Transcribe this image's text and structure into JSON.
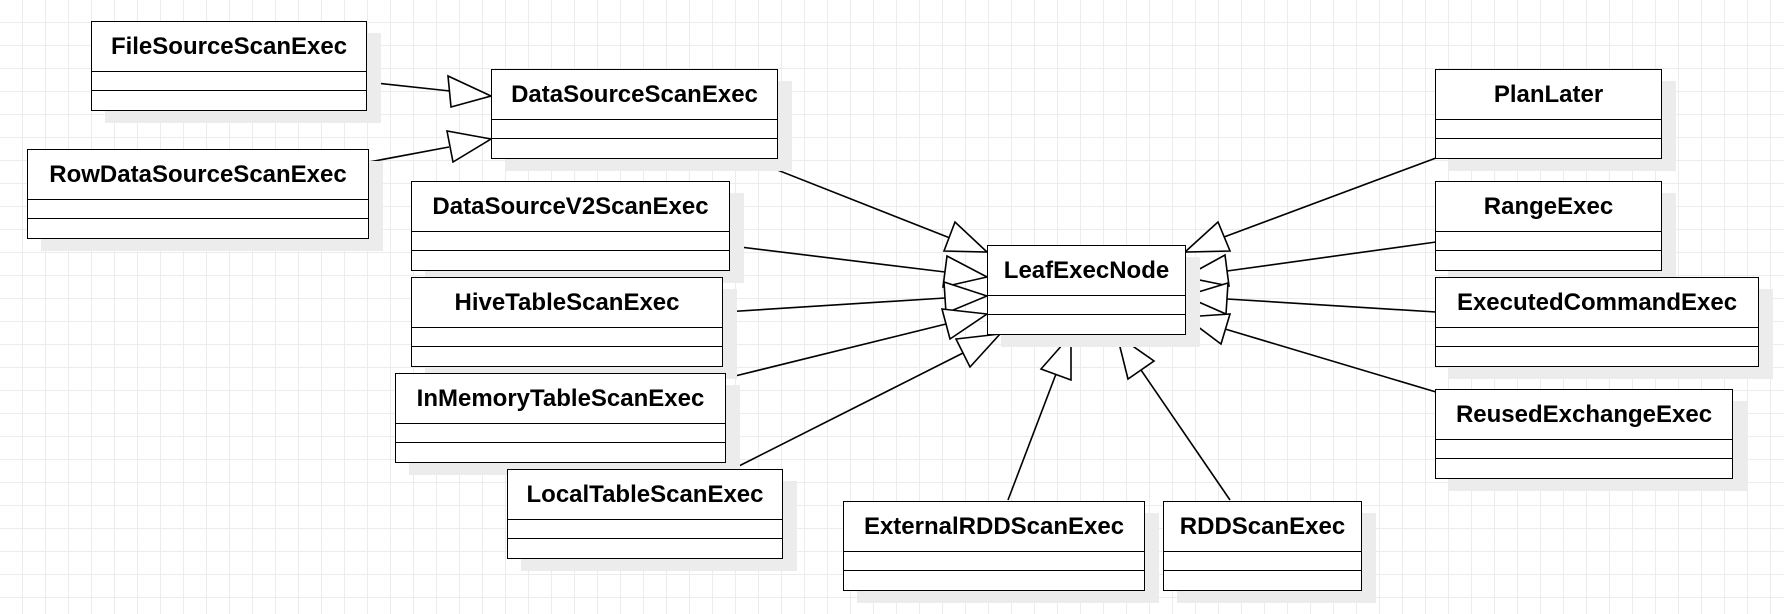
{
  "diagram": {
    "classes": [
      {
        "id": "leaf-exec-node",
        "name": "LeafExecNode"
      },
      {
        "id": "file-source-scan-exec",
        "name": "FileSourceScanExec"
      },
      {
        "id": "row-data-source-scan-exec",
        "name": "RowDataSourceScanExec"
      },
      {
        "id": "data-source-scan-exec",
        "name": "DataSourceScanExec"
      },
      {
        "id": "data-source-v2-scan-exec",
        "name": "DataSourceV2ScanExec"
      },
      {
        "id": "hive-table-scan-exec",
        "name": "HiveTableScanExec"
      },
      {
        "id": "in-memory-table-scan-exec",
        "name": "InMemoryTableScanExec"
      },
      {
        "id": "local-table-scan-exec",
        "name": "LocalTableScanExec"
      },
      {
        "id": "external-rdd-scan-exec",
        "name": "ExternalRDDScanExec"
      },
      {
        "id": "rdd-scan-exec",
        "name": "RDDScanExec"
      },
      {
        "id": "plan-later",
        "name": "PlanLater"
      },
      {
        "id": "range-exec",
        "name": "RangeExec"
      },
      {
        "id": "executed-command-exec",
        "name": "ExecutedCommandExec"
      },
      {
        "id": "reused-exchange-exec",
        "name": "ReusedExchangeExec"
      }
    ],
    "generalizations": [
      {
        "from": "FileSourceScanExec",
        "to": "DataSourceScanExec"
      },
      {
        "from": "RowDataSourceScanExec",
        "to": "DataSourceScanExec"
      },
      {
        "from": "DataSourceScanExec",
        "to": "LeafExecNode"
      },
      {
        "from": "DataSourceV2ScanExec",
        "to": "LeafExecNode"
      },
      {
        "from": "HiveTableScanExec",
        "to": "LeafExecNode"
      },
      {
        "from": "InMemoryTableScanExec",
        "to": "LeafExecNode"
      },
      {
        "from": "LocalTableScanExec",
        "to": "LeafExecNode"
      },
      {
        "from": "ExternalRDDScanExec",
        "to": "LeafExecNode"
      },
      {
        "from": "RDDScanExec",
        "to": "LeafExecNode"
      },
      {
        "from": "PlanLater",
        "to": "LeafExecNode"
      },
      {
        "from": "RangeExec",
        "to": "LeafExecNode"
      },
      {
        "from": "ExecutedCommandExec",
        "to": "LeafExecNode"
      },
      {
        "from": "ReusedExchangeExec",
        "to": "LeafExecNode"
      }
    ]
  }
}
